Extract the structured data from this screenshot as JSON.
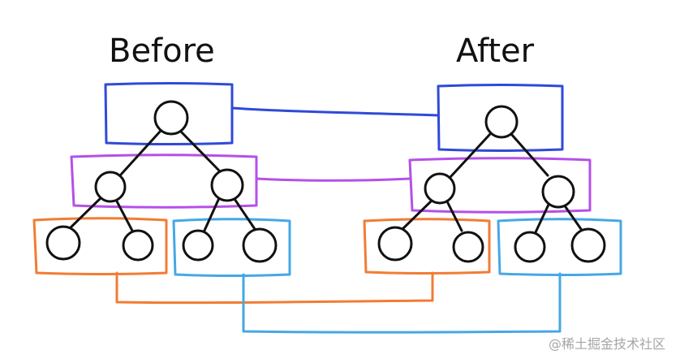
{
  "titles": {
    "before": "Before",
    "after": "After"
  },
  "watermark": "@稀土掘金技术社区",
  "colors": {
    "level_1": "#2f4ad8",
    "level_2": "#b450e8",
    "subtree_left": "#f27c34",
    "subtree_right": "#45a8e6",
    "node_stroke": "#111111"
  }
}
